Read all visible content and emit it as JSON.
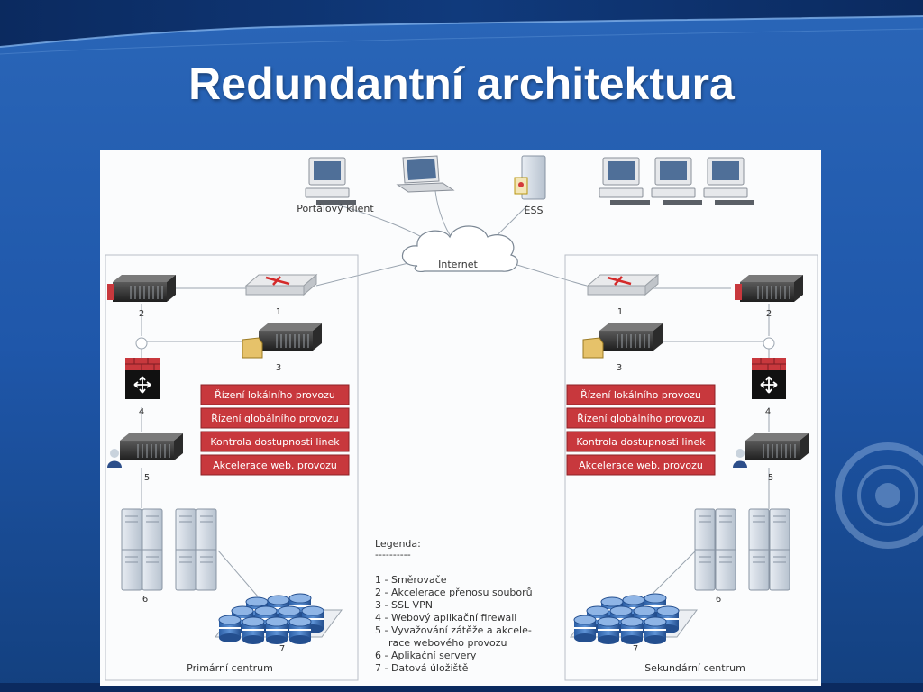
{
  "slide": {
    "title": "Redundantní architektura"
  },
  "diagram": {
    "top": {
      "portal_client": "Portálový klient",
      "ess": "ESS",
      "internet": "Internet"
    },
    "primary": {
      "title": "Primární centrum",
      "num_router": "1",
      "num_accel": "2",
      "num_ssl": "3",
      "num_firewall": "4",
      "num_lb": "5",
      "num_app": "6",
      "num_storage": "7",
      "features": [
        "Řízení lokálního provozu",
        "Řízení globálního provozu",
        "Kontrola dostupnosti linek",
        "Akcelerace web. provozu"
      ]
    },
    "secondary": {
      "title": "Sekundární centrum",
      "num_router": "1",
      "num_accel": "2",
      "num_ssl": "3",
      "num_firewall": "4",
      "num_lb": "5",
      "num_app": "6",
      "num_storage": "7",
      "features": [
        "Řízení lokálního provozu",
        "Řízení globálního provozu",
        "Kontrola dostupnosti linek",
        "Akcelerace web. provozu"
      ]
    },
    "legend": {
      "title": "Legenda:",
      "separator": "----------",
      "items": [
        "1 - Směrovače",
        "2 - Akcelerace přenosu souborů",
        "3 - SSL VPN",
        "4 - Webový aplikační firewall",
        "5 - Vyvažování zátěže a akcele-",
        "race webového provozu",
        "6 - Aplikační servery",
        "7 - Datová úložiště"
      ]
    }
  },
  "colors": {
    "feature_box": "#c8383d",
    "background_blue": "#1f55a6",
    "header_dark": "#0d2f6b"
  }
}
